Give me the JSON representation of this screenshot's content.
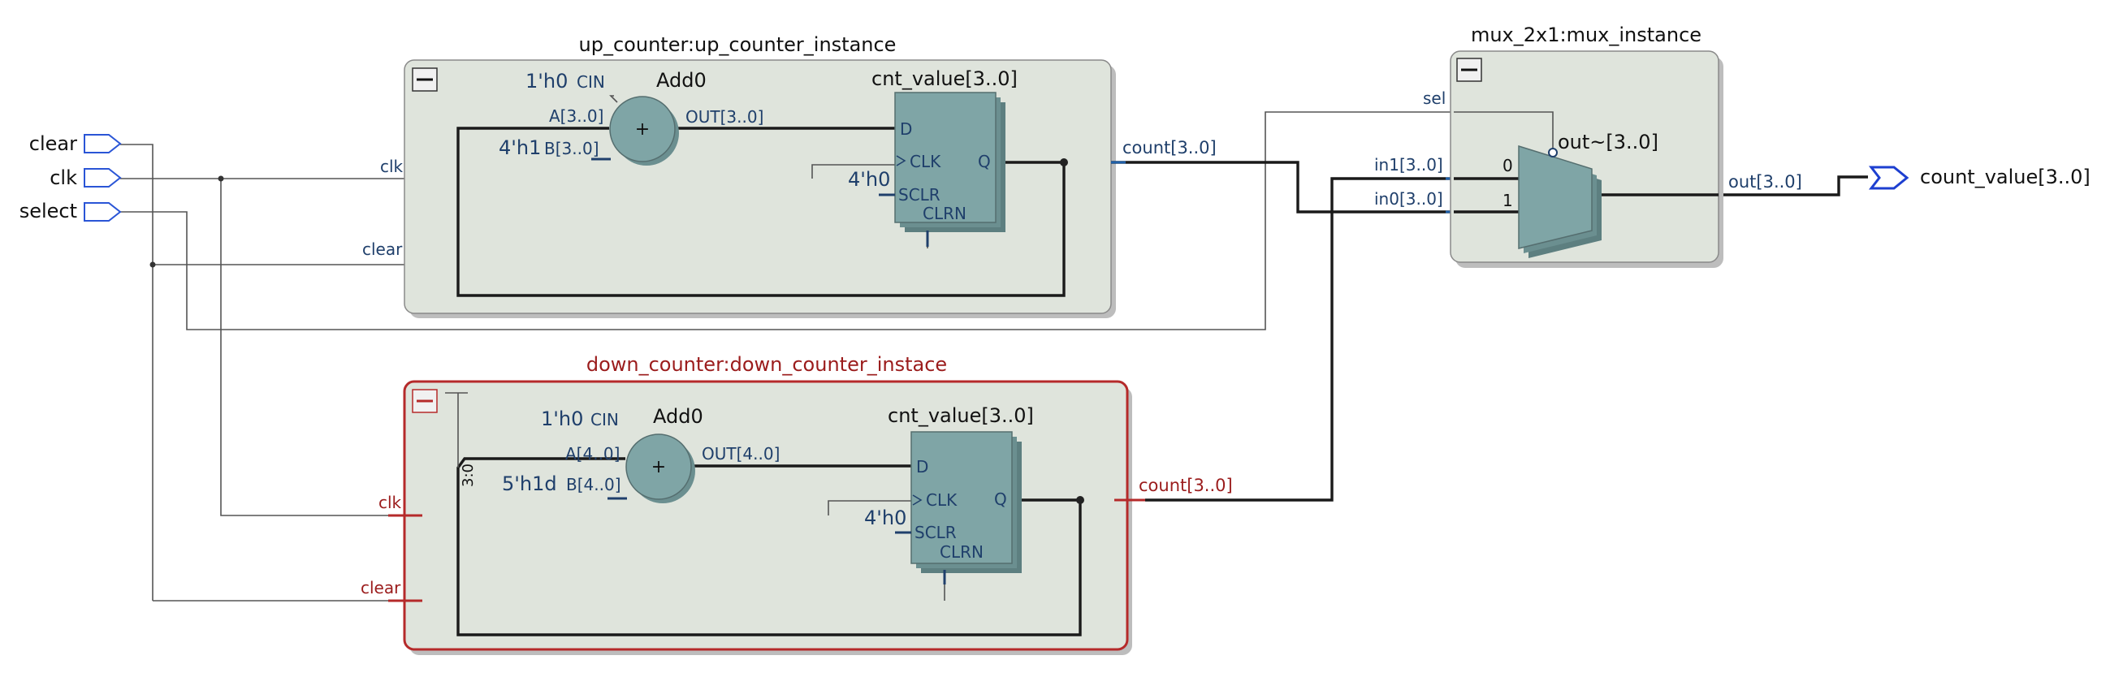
{
  "ports": {
    "inputs": [
      {
        "name": "clear"
      },
      {
        "name": "clk"
      },
      {
        "name": "select"
      }
    ],
    "output": {
      "name": "count_value[3..0]"
    }
  },
  "up_counter": {
    "title": "up_counter:up_counter_instance",
    "adder": {
      "name": "Add0",
      "op": "+",
      "cin_value": "1'h0",
      "cin_port": "CIN",
      "a_port": "A[3..0]",
      "b_value": "4'h1",
      "b_port": "B[3..0]",
      "out_port": "OUT[3..0]"
    },
    "register": {
      "name": "cnt_value[3..0]",
      "d_port": "D",
      "clk_port": "CLK",
      "sclr_value": "4'h0",
      "sclr_port": "SCLR",
      "clrn_port": "CLRN",
      "q_port": "Q"
    },
    "pin_clk": "clk",
    "pin_clear": "clear",
    "pin_out": "count[3..0]"
  },
  "down_counter": {
    "title": "down_counter:down_counter_instace",
    "slice_label": "3:0",
    "adder": {
      "name": "Add0",
      "op": "+",
      "cin_value": "1'h0",
      "cin_port": "CIN",
      "a_port": "A[4..0]",
      "b_value": "5'h1d",
      "b_port": "B[4..0]",
      "out_port": "OUT[4..0]"
    },
    "register": {
      "name": "cnt_value[3..0]",
      "d_port": "D",
      "clk_port": "CLK",
      "sclr_value": "4'h0",
      "sclr_port": "SCLR",
      "clrn_port": "CLRN",
      "q_port": "Q"
    },
    "pin_clk": "clk",
    "pin_clear": "clear",
    "pin_out": "count[3..0]"
  },
  "mux": {
    "title": "mux_2x1:mux_instance",
    "sel_label": "sel",
    "in1_label": "in1[3..0]",
    "in0_label": "in0[3..0]",
    "in1_index": "0",
    "in0_index": "1",
    "out_label": "out~[3..0]",
    "pin_out": "out[3..0]"
  },
  "colors": {
    "box_fill": "#dfe4dc",
    "block_fill": "#7fa5a6",
    "port_blue": "#2a55d6",
    "down_border": "#b52a2a"
  }
}
